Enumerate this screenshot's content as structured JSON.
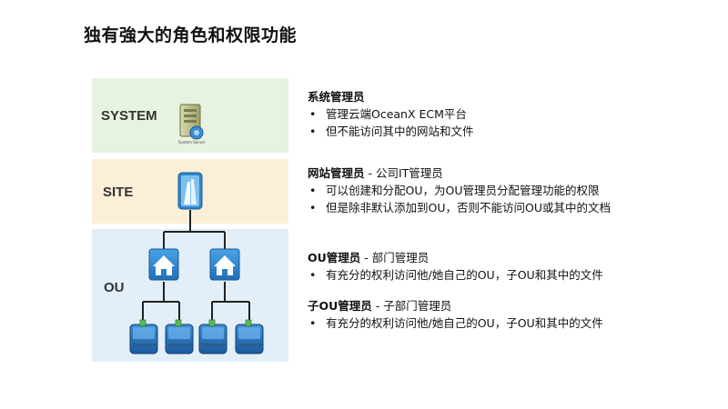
{
  "title": "独有強大的角色和权限功能",
  "diagram": {
    "bands": [
      {
        "label": "SYSTEM",
        "color": "#e7f2e1"
      },
      {
        "label": "SITE",
        "color": "#fcefd8"
      },
      {
        "label": "OU",
        "color": "#e2eef8"
      }
    ],
    "server_caption": "System Server",
    "department_caption": "Departments",
    "connector_color": "#222222"
  },
  "roles": [
    {
      "name": "系统管理员",
      "subtitle": "",
      "bullets": [
        "管理云端OceanX ECM平台",
        "但不能访问其中的网站和文件"
      ]
    },
    {
      "name": "网站管理员",
      "subtitle": " - 公司IT管理员",
      "bullets": [
        "可以创建和分配OU，为OU管理员分配管理功能的权限",
        "但是除非默认添加到OU，否则不能访问OU或其中的文档"
      ]
    },
    {
      "name": "OU管理员",
      "subtitle": " - 部门管理员",
      "bullets": [
        "有充分的权利访问他/她自己的OU，子OU和其中的文件"
      ]
    },
    {
      "name": "子OU管理员",
      "subtitle": " - 子部门管理员",
      "bullets": [
        "有充分的权利访问他/她自己的OU，子OU和其中的文件"
      ]
    }
  ]
}
